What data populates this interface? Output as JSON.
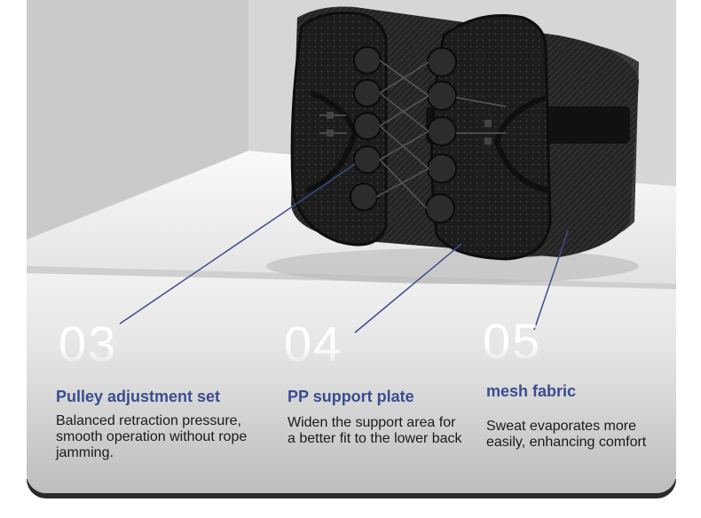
{
  "callouts": [
    {
      "number": "03",
      "title": "Pulley adjustment set",
      "desc": "Balanced retraction pressure, smooth operation without rope jamming."
    },
    {
      "number": "04",
      "title": "PP support plate",
      "desc": "Widen the support area for a better fit to the lower back"
    },
    {
      "number": "05",
      "title": "mesh fabric",
      "desc": "Sweat evaporates more easily, enhancing comfort"
    }
  ],
  "colors": {
    "title": "#3a4d8f",
    "leader_line": "#3d4c8a",
    "belt": "#1b1b1b"
  },
  "product": "back support belt (photo)"
}
